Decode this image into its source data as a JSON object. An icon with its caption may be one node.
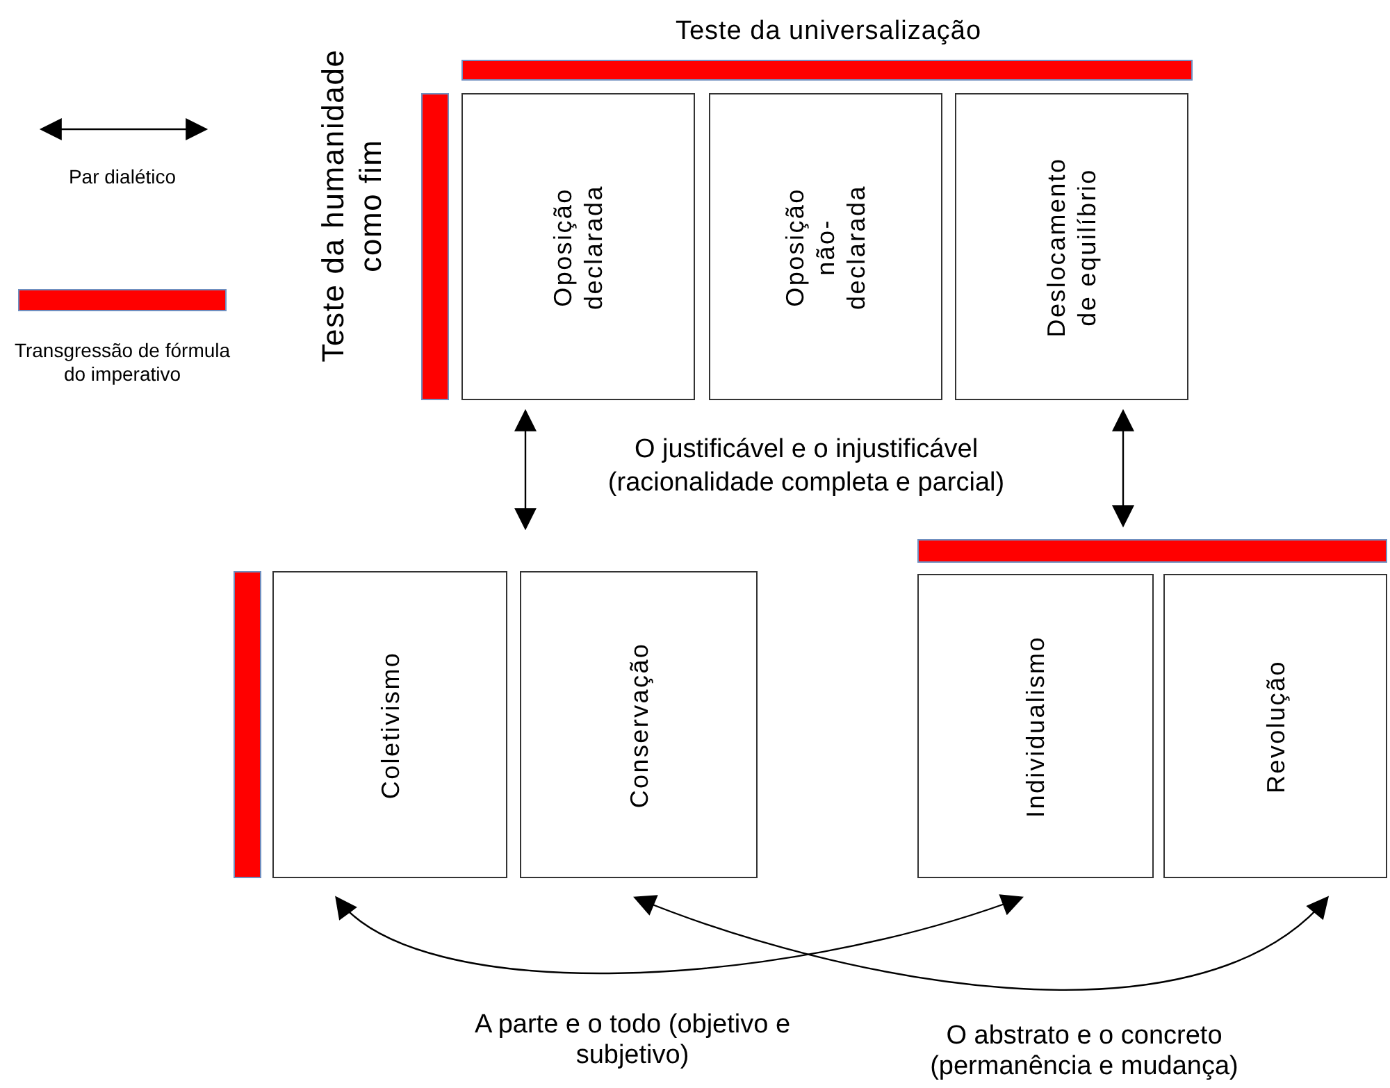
{
  "diagram": {
    "nodes": [
      {
        "text": [
          "Teste da universalização"
        ]
      },
      {
        "text": [
          "Teste da humanidade como fim"
        ]
      },
      {
        "text": [
          "Oposição declarada"
        ]
      },
      {
        "text": [
          "Oposição não-declarada"
        ]
      },
      {
        "text": [
          "Deslocamento de equilíbrio"
        ]
      },
      {
        "text": [],
        "shape": "bar"
      },
      {
        "text": [
          "Coletivismo"
        ]
      },
      {
        "text": [
          "Conservação"
        ]
      },
      {
        "text": [],
        "shape": "bar"
      },
      {
        "text": [
          "Individualismo"
        ]
      },
      {
        "text": [
          "Revolução"
        ]
      }
    ],
    "edges": [
      {
        "from": 2,
        "to": 7,
        "arrow": "both"
      },
      {
        "from": 4,
        "to": 8,
        "arrow": "both"
      },
      {
        "from": 6,
        "to": 9,
        "arrow": "both",
        "label": "A parte e o todo (objetivo e subjetivo)"
      },
      {
        "from": 7,
        "to": 10,
        "arrow": "both",
        "label": "O abstrato e o concreto (permanência e mudança)"
      }
    ],
    "labels": [
      "O justificável e o injustificável (racionalidade completa e parcial)"
    ],
    "legend": [
      {
        "text": "Par dialético"
      },
      {
        "text": "Transgressão de fórmula do imperativo",
        "color": "#ff0000"
      }
    ]
  }
}
